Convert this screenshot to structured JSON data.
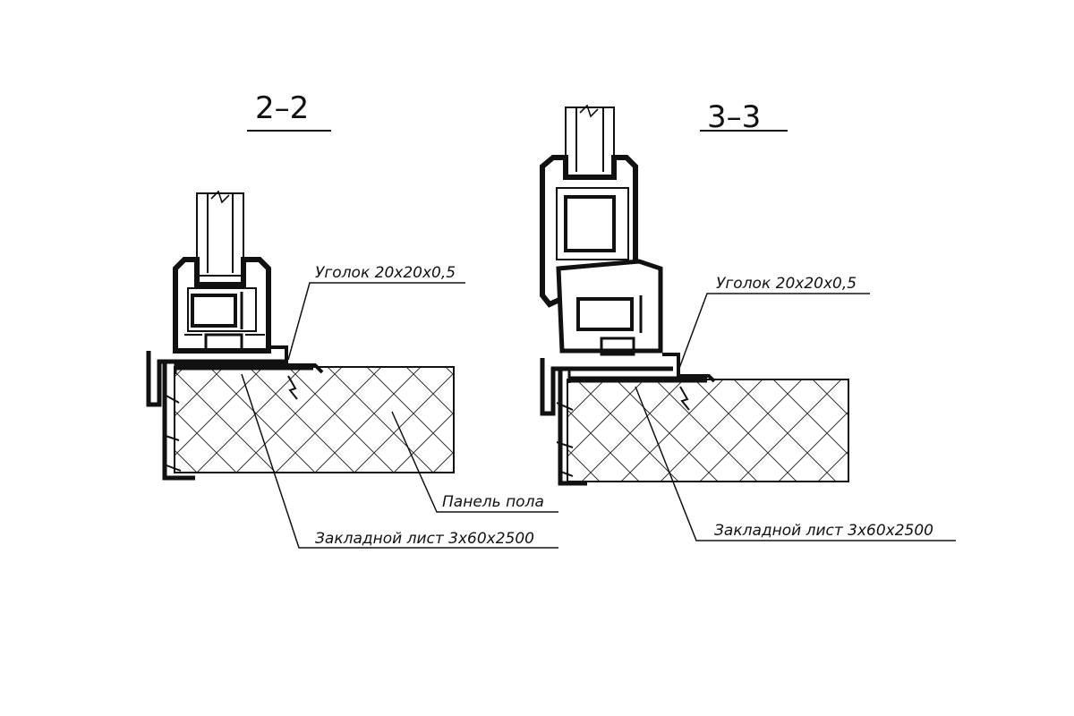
{
  "sections": [
    {
      "title": "2–2",
      "callouts": [
        {
          "text": "Уголок 20х20х0,5"
        },
        {
          "text": "Панель пола"
        },
        {
          "text": "Закладной лист 3х60х2500"
        }
      ]
    },
    {
      "title": "3–3",
      "callouts": [
        {
          "text": "Уголок 20х20х0,5"
        },
        {
          "text": "Закладной лист 3х60х2500"
        }
      ]
    }
  ],
  "colors": {
    "line": "#111111",
    "background": "#ffffff"
  }
}
